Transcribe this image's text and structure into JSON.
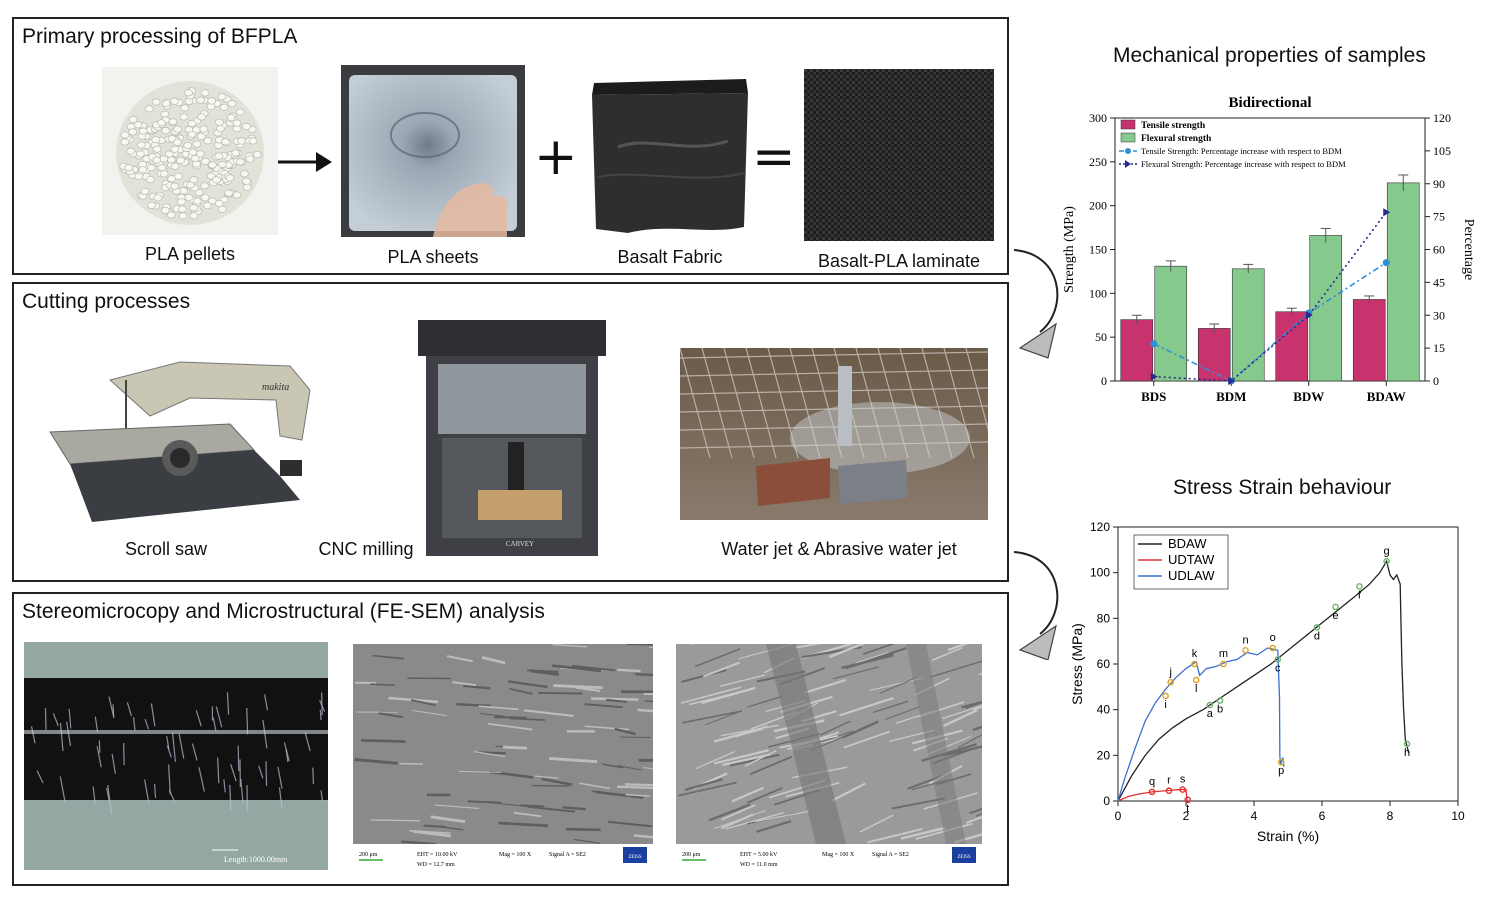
{
  "panels": {
    "primary": {
      "title": "Primary processing of BFPLA",
      "captions": [
        "PLA pellets",
        "PLA sheets",
        "Basalt Fabric",
        "Basalt-PLA laminate"
      ],
      "operators": {
        "arrow": "→",
        "plus": "+",
        "equals": "="
      }
    },
    "cutting": {
      "title": "Cutting processes",
      "captions": [
        "Scroll saw",
        "CNC milling",
        "Water jet & Abrasive water jet"
      ],
      "brand_saw": "makita",
      "brand_cnc": "CARVEY"
    },
    "micro": {
      "title": "Stereomicrocopy and Microstructural (FE-SEM) analysis",
      "scale_length": "Length:1000.00mm",
      "sem1": {
        "scale": "200 μm",
        "eht": "EHT = 10.00 kV",
        "wd": "WD = 12.7 mm",
        "mag": "Mag = 100 X",
        "signal": "Signal A = SE2",
        "logo": "ZEISS"
      },
      "sem2": {
        "scale": "200 μm",
        "eht": "EHT = 5.00 kV",
        "wd": "WD = 11.0 mm",
        "mag": "Mag = 100 X",
        "signal": "Signal A = SE2",
        "logo": "ZEISS"
      }
    }
  },
  "right": {
    "mech_title": "Mechanical properties of samples",
    "ss_title": "Stress Strain behaviour"
  },
  "chart_data": [
    {
      "type": "bar",
      "title": "Bidirectional",
      "categories": [
        "BDS",
        "BDM",
        "BDW",
        "BDAW"
      ],
      "ylabel": "Strength (MPa)",
      "y2label": "Percentage",
      "ylim": [
        0,
        300
      ],
      "yticks": [
        0,
        50,
        100,
        150,
        200,
        250,
        300
      ],
      "y2lim": [
        0,
        120
      ],
      "y2ticks": [
        0,
        15,
        30,
        45,
        60,
        75,
        90,
        105,
        120
      ],
      "series": [
        {
          "name": "Tensile strength",
          "kind": "bar",
          "color": "#c8336e",
          "values": [
            70,
            60,
            79,
            93
          ],
          "errors": [
            5,
            5,
            4,
            4
          ]
        },
        {
          "name": "Flexural strength",
          "kind": "bar",
          "color": "#86c98c",
          "values": [
            131,
            128,
            166,
            226
          ],
          "errors": [
            6,
            5,
            8,
            9
          ]
        },
        {
          "name": "Tensile Strength: Percentage increase with respect to BDM",
          "kind": "line",
          "axis": "y2",
          "color": "#2e8fd6",
          "values": [
            17,
            0,
            31,
            54
          ]
        },
        {
          "name": "Flexural Strength: Percentage increase with respect to BDM",
          "kind": "line",
          "axis": "y2",
          "color": "#2a2a8c",
          "values": [
            2,
            0,
            30,
            77
          ]
        }
      ],
      "legend": "top-left"
    },
    {
      "type": "line",
      "xlabel": "Strain (%)",
      "ylabel": "Stress (MPa)",
      "xlim": [
        0,
        10
      ],
      "ylim": [
        0,
        120
      ],
      "xticks": [
        0,
        2,
        4,
        6,
        8,
        10
      ],
      "yticks": [
        0,
        20,
        40,
        60,
        80,
        100,
        120
      ],
      "legend": "top-left",
      "series": [
        {
          "name": "BDAW",
          "color": "#222222",
          "x": [
            0,
            0.4,
            0.8,
            1.2,
            1.6,
            2.0,
            2.5,
            3.0,
            3.5,
            4.0,
            4.5,
            5.0,
            5.5,
            6.0,
            6.5,
            7.0,
            7.4,
            7.7,
            7.9,
            8.0,
            8.1,
            8.2,
            8.3,
            8.32,
            8.35,
            8.4,
            8.45,
            8.5,
            8.55
          ],
          "y": [
            0,
            11,
            20,
            27,
            32,
            36,
            40,
            45,
            50,
            55,
            60,
            66,
            72,
            78,
            84,
            90,
            95,
            100,
            105,
            99,
            97,
            99,
            95,
            80,
            60,
            40,
            27,
            24,
            21
          ]
        },
        {
          "name": "UDTAW",
          "color": "#e03030",
          "x": [
            0,
            0.3,
            0.6,
            1.0,
            1.4,
            1.8,
            2.0,
            2.03
          ],
          "y": [
            0,
            2,
            3,
            4,
            4.5,
            5,
            5,
            0
          ]
        },
        {
          "name": "UDLAW",
          "color": "#3a6fd0",
          "x": [
            0,
            0.2,
            0.5,
            0.8,
            1.1,
            1.4,
            1.7,
            2.0,
            2.3,
            2.4,
            2.6,
            2.9,
            3.2,
            3.5,
            3.8,
            4.1,
            4.4,
            4.7,
            4.75,
            4.76,
            4.78,
            4.8,
            4.85,
            4.88
          ],
          "y": [
            0,
            10,
            23,
            35,
            43,
            49,
            54,
            58,
            61,
            55,
            58,
            59,
            61,
            62,
            65,
            64,
            67,
            66,
            45,
            20,
            16,
            17,
            19,
            15
          ]
        }
      ],
      "annotations": [
        {
          "label": "a",
          "x": 2.7,
          "y": 42,
          "pt": "#6db36a"
        },
        {
          "label": "b",
          "x": 3.0,
          "y": 44,
          "pt": "#6db36a"
        },
        {
          "label": "c",
          "x": 4.7,
          "y": 62,
          "pt": "#6db36a"
        },
        {
          "label": "d",
          "x": 5.85,
          "y": 76,
          "pt": "#6db36a"
        },
        {
          "label": "e",
          "x": 6.4,
          "y": 85,
          "pt": "#6db36a"
        },
        {
          "label": "f",
          "x": 7.1,
          "y": 94,
          "pt": "#6db36a"
        },
        {
          "label": "g",
          "x": 7.9,
          "y": 105,
          "pt": "#6db36a"
        },
        {
          "label": "h",
          "x": 8.5,
          "y": 25,
          "pt": "#6db36a"
        },
        {
          "label": "i",
          "x": 1.4,
          "y": 46,
          "pt": "#e0a020"
        },
        {
          "label": "j",
          "x": 1.55,
          "y": 52,
          "pt": "#e0a020"
        },
        {
          "label": "k",
          "x": 2.25,
          "y": 60,
          "pt": "#e0a020"
        },
        {
          "label": "l",
          "x": 2.3,
          "y": 53,
          "pt": "#e0a020"
        },
        {
          "label": "m",
          "x": 3.1,
          "y": 60,
          "pt": "#e0a020"
        },
        {
          "label": "n",
          "x": 3.75,
          "y": 66,
          "pt": "#e0a020"
        },
        {
          "label": "o",
          "x": 4.55,
          "y": 67,
          "pt": "#e0a020"
        },
        {
          "label": "p",
          "x": 4.8,
          "y": 17,
          "pt": "#e0a020"
        },
        {
          "label": "q",
          "x": 1.0,
          "y": 4,
          "pt": "#e03030"
        },
        {
          "label": "r",
          "x": 1.5,
          "y": 4.5,
          "pt": "#e03030"
        },
        {
          "label": "s",
          "x": 1.9,
          "y": 5,
          "pt": "#e03030"
        },
        {
          "label": "t",
          "x": 2.05,
          "y": 0.5,
          "pt": "#e03030"
        }
      ]
    }
  ]
}
